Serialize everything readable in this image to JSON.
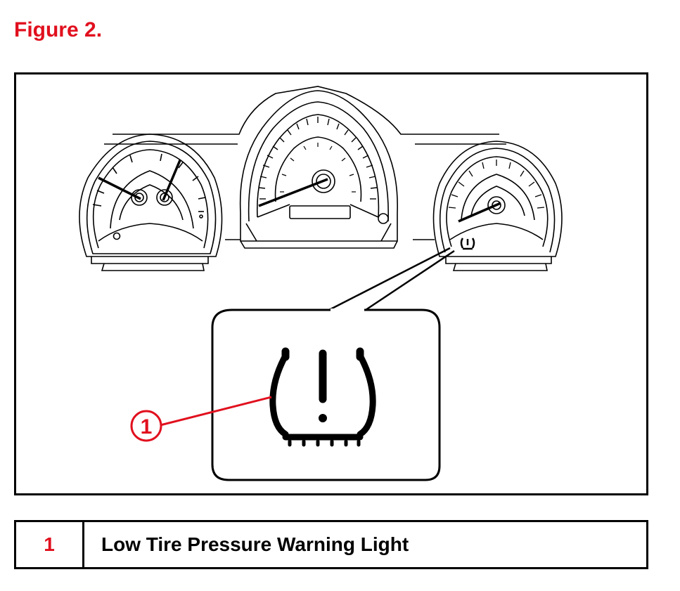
{
  "figure": {
    "title": "Figure 2."
  },
  "callout": {
    "number": "1"
  },
  "legend": {
    "number": "1",
    "label": "Low Tire Pressure Warning Light"
  },
  "colors": {
    "accent": "#e1101e",
    "line": "#000000",
    "background": "#ffffff"
  },
  "icons": [
    "tire-pressure-warning-icon",
    "cluster-tire-pressure-icon"
  ]
}
